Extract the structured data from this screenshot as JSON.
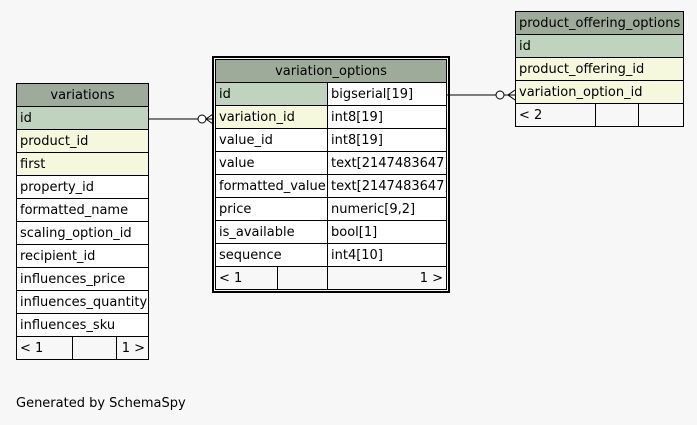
{
  "variations": {
    "title": "variations",
    "rows": [
      "id",
      "product_id",
      "first",
      "property_id",
      "formatted_name",
      "scaling_option_id",
      "recipient_id",
      "influences_price",
      "influences_quantity",
      "influences_sku"
    ],
    "nav_left": "< 1",
    "nav_right": "1 >"
  },
  "variation_options": {
    "title": "variation_options",
    "columns": [
      {
        "name": "id",
        "type": "bigserial[19]"
      },
      {
        "name": "variation_id",
        "type": "int8[19]"
      },
      {
        "name": "value_id",
        "type": "int8[19]"
      },
      {
        "name": "value",
        "type": "text[2147483647]"
      },
      {
        "name": "formatted_value",
        "type": "text[2147483647]"
      },
      {
        "name": "price",
        "type": "numeric[9,2]"
      },
      {
        "name": "is_available",
        "type": "bool[1]"
      },
      {
        "name": "sequence",
        "type": "int4[10]"
      }
    ],
    "nav_left": "< 1",
    "nav_right": "1 >"
  },
  "product_offering_options": {
    "title": "product_offering_options",
    "rows": [
      "id",
      "product_offering_id",
      "variation_option_id"
    ],
    "nav_left": "< 2"
  },
  "footer": "Generated by SchemaSpy"
}
